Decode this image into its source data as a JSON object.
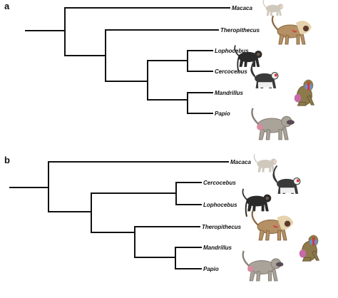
{
  "panels": {
    "a": {
      "label": "a",
      "taxa": [
        "Macaca",
        "Theropithecus",
        "Lophocebus",
        "Cercocebus",
        "Mandrillus",
        "Papio"
      ]
    },
    "b": {
      "label": "b",
      "taxa": [
        "Macaca",
        "Cercocebus",
        "Lophocebus",
        "Theropithecus",
        "Mandrillus",
        "Papio"
      ]
    }
  },
  "caption": "",
  "colors": {
    "branch": "#111111",
    "text": "#111111",
    "mandrill_face_red": "#d9343a",
    "mandrill_cheek_blue": "#6b8fd6",
    "gelada_mane": "#c9a26a",
    "baboon_fur": "#a9a39a",
    "mangabey_dark": "#2a2a2a",
    "macaque_fur": "#cfc8bd"
  },
  "icons": {
    "Macaca": "macaque-illustration",
    "Theropithecus": "gelada-illustration",
    "Lophocebus": "black-mangabey-illustration",
    "Cercocebus": "white-collared-mangabey-illustration",
    "Mandrillus": "mandrill-illustration",
    "Papio": "baboon-illustration"
  }
}
